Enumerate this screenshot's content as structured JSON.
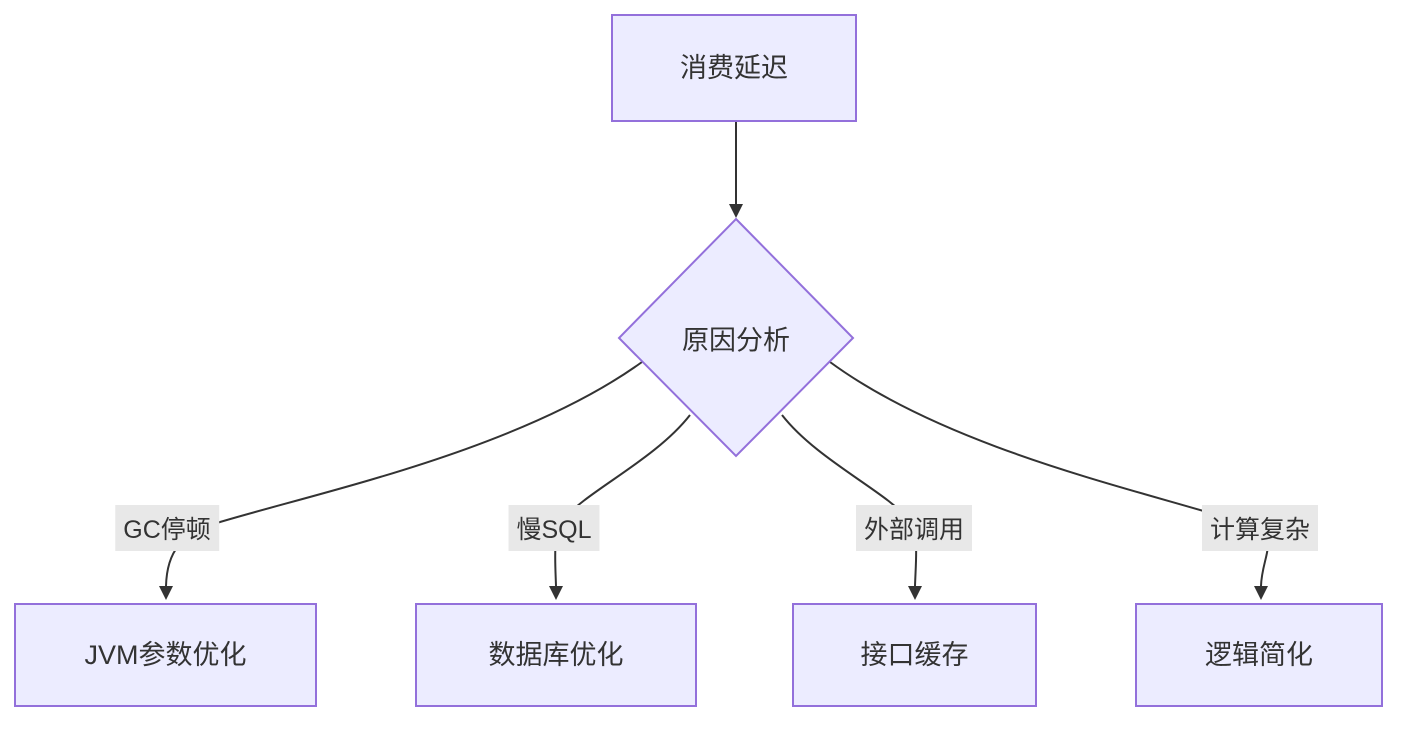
{
  "diagram": {
    "type": "flowchart",
    "direction": "top-down",
    "colors": {
      "node_fill": "#ECECFF",
      "node_border": "#9370DB",
      "edge_line": "#333333",
      "edge_label_bg": "#e8e8e8",
      "text": "#333333",
      "background": "#ffffff"
    },
    "nodes": [
      {
        "id": "root",
        "shape": "rectangle",
        "label": "消费延迟"
      },
      {
        "id": "analysis",
        "shape": "diamond",
        "label": "原因分析"
      },
      {
        "id": "jvm",
        "shape": "rectangle",
        "label": "JVM参数优化"
      },
      {
        "id": "db",
        "shape": "rectangle",
        "label": "数据库优化"
      },
      {
        "id": "cache",
        "shape": "rectangle",
        "label": "接口缓存"
      },
      {
        "id": "logic",
        "shape": "rectangle",
        "label": "逻辑简化"
      }
    ],
    "edges": [
      {
        "from": "消费延迟",
        "to": "原因分析",
        "label": ""
      },
      {
        "from": "原因分析",
        "to": "JVM参数优化",
        "label": "GC停顿"
      },
      {
        "from": "原因分析",
        "to": "数据库优化",
        "label": "慢SQL"
      },
      {
        "from": "原因分析",
        "to": "接口缓存",
        "label": "外部调用"
      },
      {
        "from": "原因分析",
        "to": "逻辑简化",
        "label": "计算复杂"
      }
    ]
  }
}
